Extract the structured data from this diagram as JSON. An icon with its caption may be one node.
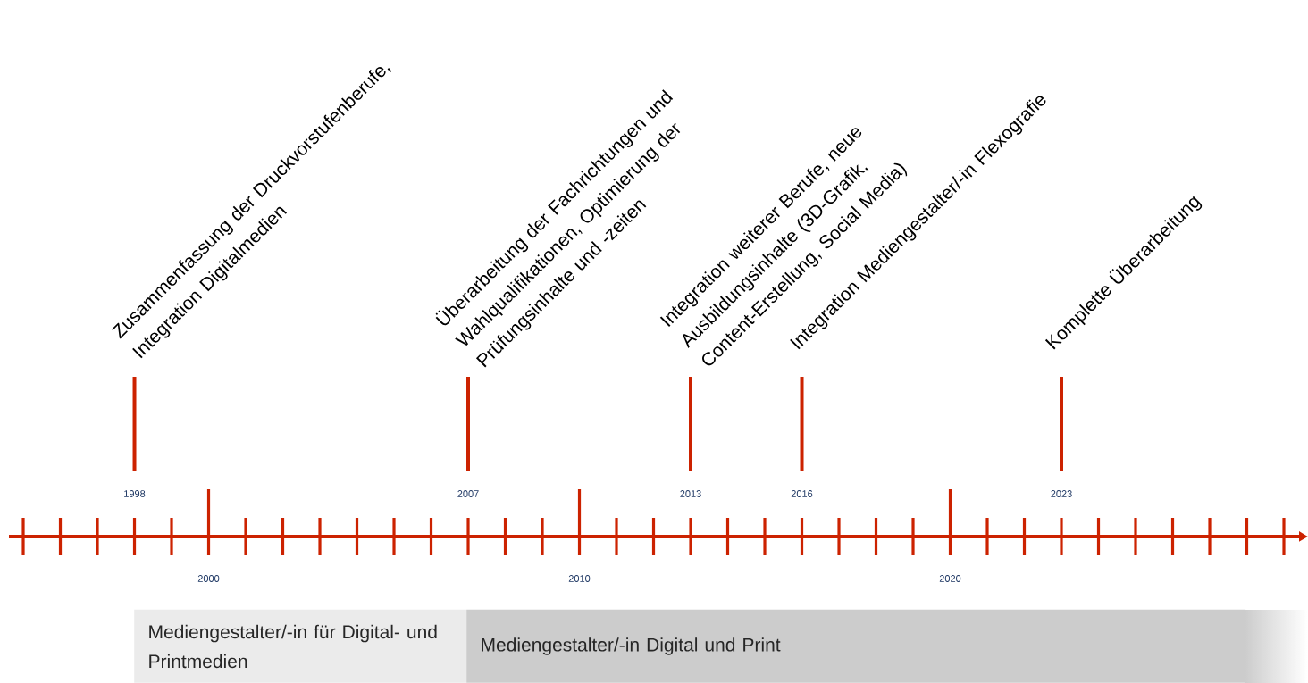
{
  "diagram": {
    "nodes": [
      {
        "text": [
          "Mediengestalter/-in für Digital- und Printmedien"
        ]
      },
      {
        "text": [
          "Mediengestalter/-in Digital und Print"
        ]
      }
    ],
    "labels": [
      "Zusammenfassung der Druckvorstufenberufe, Integration Digitalmedien",
      "Überarbeitung der Fachrichtungen und Wahlqualifikationen, Optimierung der Prüfungsinhalte und -zeiten",
      "Integration weiterer Berufe, neue Ausbildungsinhalte (3D-Grafik, Content-Erstellung, Social Media)",
      "Integration Mediengestalter/-in Flexografie",
      "Komplette Überarbeitung",
      "1998",
      "2007",
      "2013",
      "2016",
      "2023",
      "2000",
      "2010",
      "2020"
    ]
  }
}
